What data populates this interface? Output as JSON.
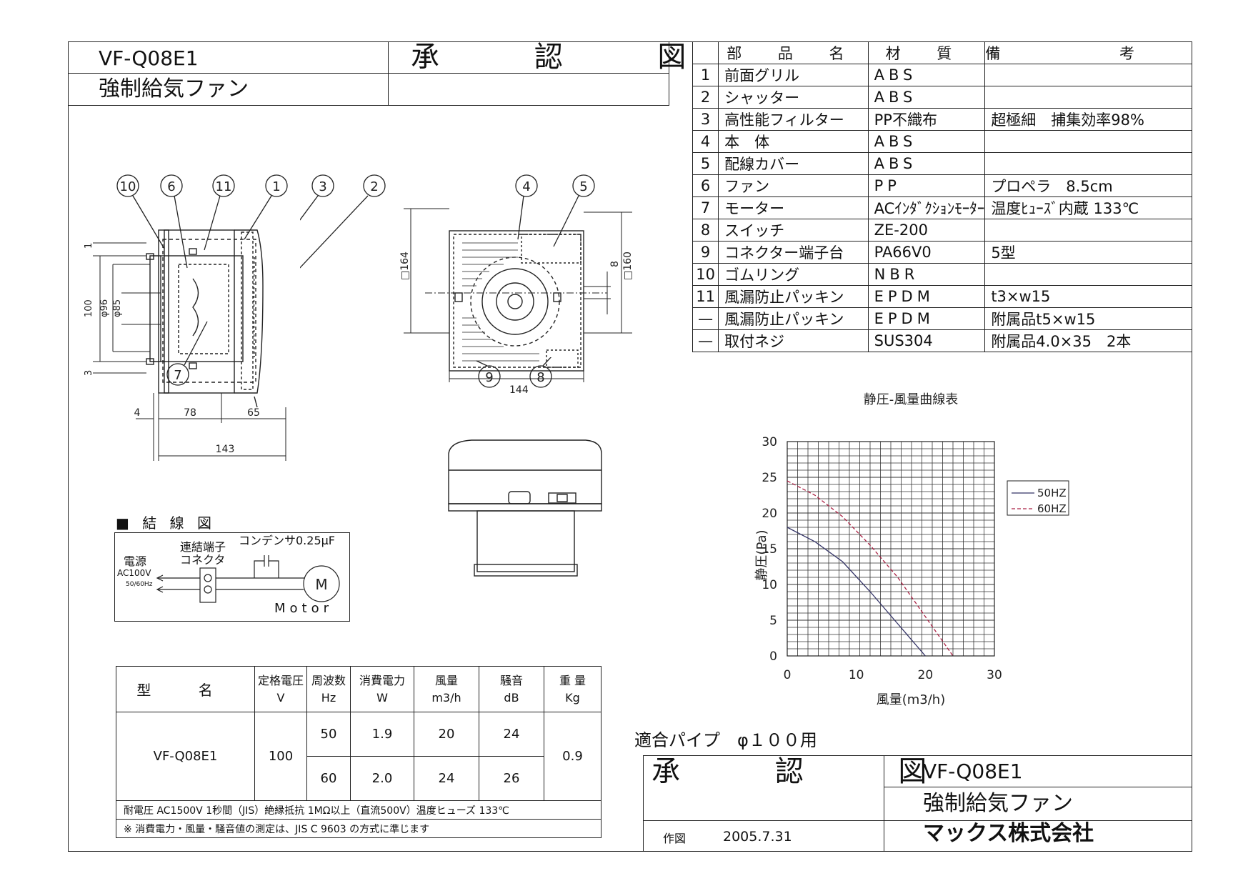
{
  "header": {
    "model": "VF-Q08E1",
    "title_approval": "承 認 図",
    "product_name": "強制給気ファン"
  },
  "parts_table": {
    "headers": [
      "部 品 名",
      "材 質",
      "備 考"
    ],
    "rows": [
      {
        "no": "1",
        "name": "前面グリル",
        "material": "ABS",
        "remark": ""
      },
      {
        "no": "2",
        "name": "シャッター",
        "material": "ABS",
        "remark": ""
      },
      {
        "no": "3",
        "name": "高性能フィルター",
        "material": "PP不織布",
        "remark": "超極細　捕集効率98%"
      },
      {
        "no": "4",
        "name": "本　体",
        "material": "ABS",
        "remark": ""
      },
      {
        "no": "5",
        "name": "配線カバー",
        "material": "ABS",
        "remark": ""
      },
      {
        "no": "6",
        "name": "ファン",
        "material": "PP",
        "remark": "プロペラ　8.5cm"
      },
      {
        "no": "7",
        "name": "モーター",
        "material": "ACｲﾝﾀﾞｸｼｮﾝﾓｰﾀｰ",
        "remark": "温度ﾋｭｰｽﾞ内蔵 133℃"
      },
      {
        "no": "8",
        "name": "スイッチ",
        "material": "ZE-200",
        "remark": ""
      },
      {
        "no": "9",
        "name": "コネクター端子台",
        "material": "PA66V0",
        "remark": "5型"
      },
      {
        "no": "10",
        "name": "ゴムリング",
        "material": "NBR",
        "remark": ""
      },
      {
        "no": "11",
        "name": "風漏防止パッキン",
        "material": "EPDM",
        "remark": "t3×w15"
      },
      {
        "no": "—",
        "name": "風漏防止パッキン",
        "material": "EPDM",
        "remark": "附属品t5×w15"
      },
      {
        "no": "—",
        "name": "取付ネジ",
        "material": "SUS304",
        "remark": "附属品4.0×35　2本"
      }
    ]
  },
  "side_view": {
    "callouts": [
      "10",
      "6",
      "11",
      "1",
      "3",
      "2",
      "7"
    ],
    "dims": {
      "d1": "1",
      "d100": "100",
      "d96": "φ96",
      "d85": "φ85",
      "d3": "3",
      "w4": "4",
      "w78": "78",
      "w65": "65",
      "w143": "143"
    }
  },
  "front_view": {
    "callouts": [
      "4",
      "5",
      "9",
      "8"
    ],
    "dims": {
      "h164": "□164",
      "h160": "□160",
      "d8": "8",
      "w144": "144"
    }
  },
  "wiring": {
    "title": "■ 結 線 図",
    "power_label": "電源",
    "power_spec": "AC100V",
    "freq": "50/60Hz",
    "terminal_label_1": "連結端子",
    "terminal_label_2": "コネクタ",
    "capacitor": "コンデンサ0.25μF",
    "motor_symbol": "M",
    "motor_label": "Motor"
  },
  "chart_data": {
    "type": "line",
    "title": "静圧-風量曲線表",
    "xlabel": "風量(m3/h)",
    "ylabel": "静圧(Pa)",
    "xlim": [
      0,
      30
    ],
    "ylim": [
      0,
      30
    ],
    "xticks": [
      "0",
      "10",
      "20",
      "30"
    ],
    "yticks": [
      "0",
      "5",
      "10",
      "15",
      "20",
      "25",
      "30"
    ],
    "grid": true,
    "legend_position": "right",
    "series": [
      {
        "name": "50HZ",
        "style": "solid",
        "color": "#333366",
        "x": [
          0,
          4,
          8,
          12,
          16,
          20
        ],
        "y": [
          18,
          16,
          13.2,
          9,
          4.5,
          0
        ]
      },
      {
        "name": "60HZ",
        "style": "dashed",
        "color": "#aa2244",
        "x": [
          0,
          4,
          8,
          12,
          16,
          20,
          24
        ],
        "y": [
          24.5,
          22.5,
          19.5,
          15.5,
          11,
          5.5,
          0
        ]
      }
    ]
  },
  "spec_table": {
    "headers": {
      "model": "型 名",
      "voltage": "定格電圧",
      "voltage_unit": "V",
      "freq": "周波数",
      "freq_unit": "Hz",
      "power": "消費電力",
      "power_unit": "W",
      "airflow": "風量",
      "airflow_unit": "m3/h",
      "noise": "騒音",
      "noise_unit": "dB",
      "weight": "重 量",
      "weight_unit": "Kg"
    },
    "model": "VF-Q08E1",
    "voltage": "100",
    "weight": "0.9",
    "rows": [
      {
        "freq": "50",
        "power": "1.9",
        "airflow": "20",
        "noise": "24"
      },
      {
        "freq": "60",
        "power": "2.0",
        "airflow": "24",
        "noise": "26"
      }
    ],
    "note1": "耐電圧 AC1500V 1秒間（JIS）絶縁抵抗 1MΩ以上（直流500V）温度ヒューズ 133℃",
    "note2": "※ 消費電力・風量・騒音値の測定は、JIS C 9603 の方式に準じます"
  },
  "footer": {
    "pipe": "適合パイプ　φ１００用",
    "approval": "承 認 図",
    "model": "VF-Q08E1",
    "product_name": "強制給気ファン",
    "drawn_label": "作図",
    "date": "2005.7.31",
    "company": "マックス株式会社"
  }
}
